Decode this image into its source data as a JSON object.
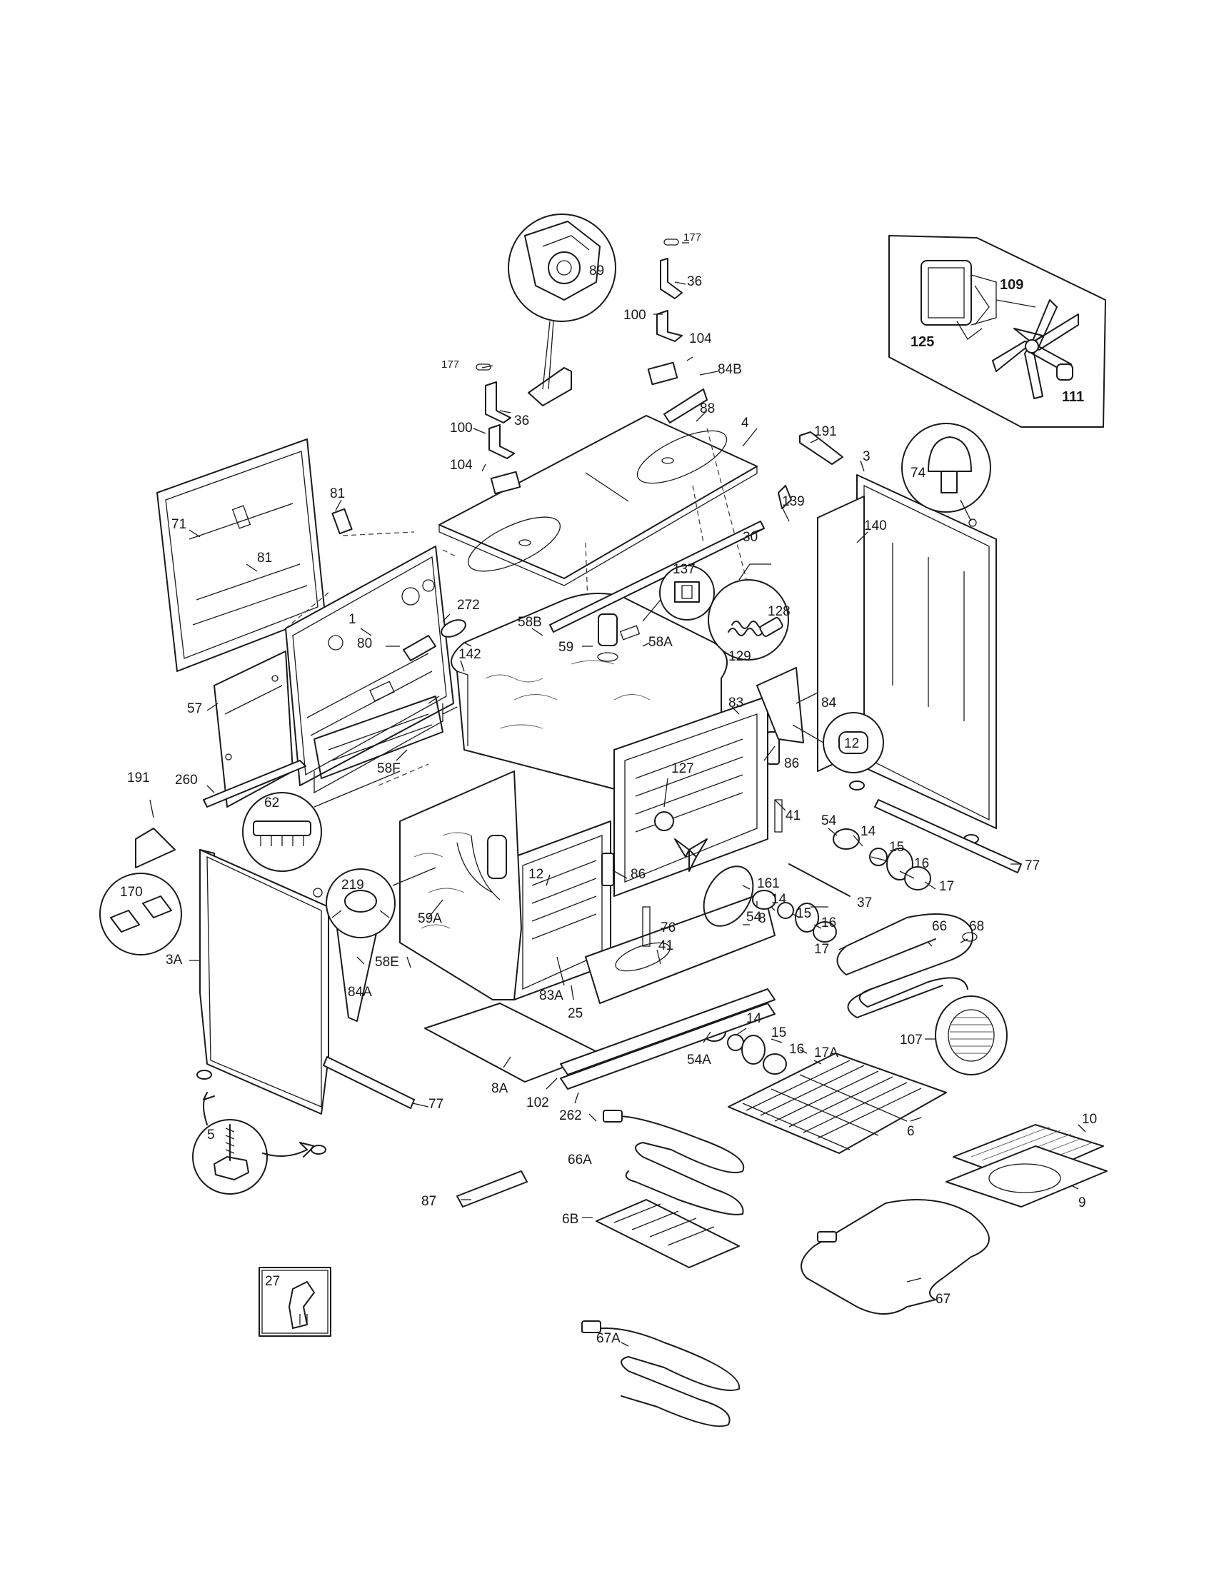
{
  "callouts": {
    "c177a": "177",
    "c36a": "36",
    "c100a": "100",
    "c104a": "104",
    "c84B": "84B",
    "c89": "89",
    "c177b": "177",
    "c100b": "100",
    "c36b": "36",
    "c104b": "104",
    "c88": "88",
    "c4": "4",
    "c191a": "191",
    "c3": "3",
    "c74": "74",
    "c139": "139",
    "c30": "30",
    "c140": "140",
    "c71": "71",
    "c81a": "81",
    "c81b": "81",
    "c1": "1",
    "c272": "272",
    "c80": "80",
    "c58B": "58B",
    "c142": "142",
    "c137": "137",
    "c128": "128",
    "c129": "129",
    "c59": "59",
    "c58A": "58A",
    "c57": "57",
    "c84": "84",
    "c83": "83",
    "c12a": "12",
    "c191b": "191",
    "c260": "260",
    "c58F": "58F",
    "c62": "62",
    "c127": "127",
    "c86a": "86",
    "c77a": "77",
    "c219": "219",
    "c41a": "41",
    "c54a": "54",
    "c14a": "14",
    "c15a": "15",
    "c16a": "16",
    "c17a": "17",
    "c12b": "12",
    "c86b": "86",
    "c161": "161",
    "c37": "37",
    "c170": "170",
    "c59A": "59A",
    "c54b": "54",
    "c14b": "14",
    "c15b": "15",
    "c16b": "16",
    "c66": "66",
    "c68": "68",
    "c3A": "3A",
    "c76": "76",
    "c8": "8",
    "c17b": "17",
    "c58E": "58E",
    "c84A": "84A",
    "c41b": "41",
    "c83A": "83A",
    "c25": "25",
    "c14c": "14",
    "c15c": "15",
    "c16c": "16",
    "c17A": "17A",
    "c107": "107",
    "c54A": "54A",
    "c8A": "8A",
    "c102": "102",
    "c77b": "77",
    "c262": "262",
    "c6": "6",
    "c10": "10",
    "c5": "5",
    "c66A": "66A",
    "c87": "87",
    "c6B": "6B",
    "c9": "9",
    "c67": "67",
    "c27": "27",
    "c67A": "67A",
    "c109": "109",
    "c125": "125",
    "c111": "111"
  }
}
